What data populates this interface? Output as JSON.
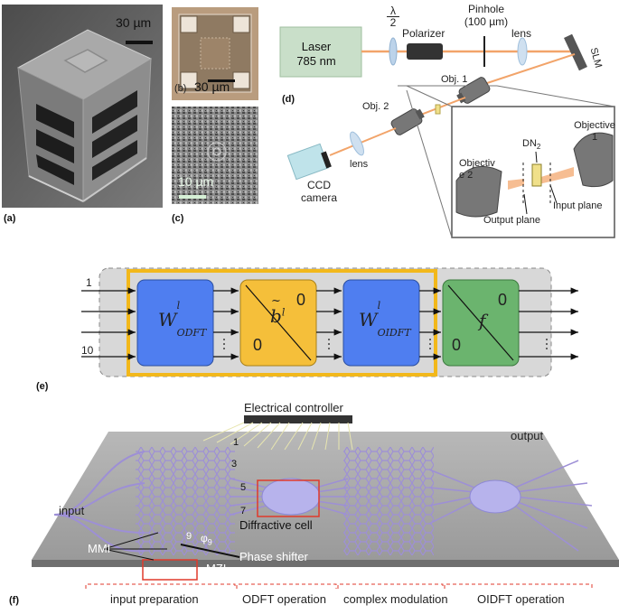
{
  "panel_a": {
    "label": "(a)",
    "scale_text": "30 µm"
  },
  "panel_b": {
    "label": "(b)",
    "scale_text": "30 µm"
  },
  "panel_c": {
    "label": "(c)",
    "scale_text": "10 µm"
  },
  "panel_d": {
    "label": "(d)",
    "laser_line1": "Laser",
    "laser_line2": "785 nm",
    "lambda_num": "λ",
    "lambda_den": "2",
    "polarizer": "Polarizer",
    "pinhole_line1": "Pinhole",
    "pinhole_line2": "(100 µm)",
    "lens_top": "lens",
    "slm": "SLM",
    "obj1": "Obj. 1",
    "obj2": "Obj. 2",
    "lens_bottom": "lens",
    "ccd_line1": "CCD",
    "ccd_line2": "camera",
    "dn2": "DN",
    "dn2_sub": "2",
    "objective1_line1": "Objective",
    "objective1_line2": "1",
    "objective2_line1": "Objectiv",
    "objective2_line2": "e 2",
    "output_plane": "Output plane",
    "input_plane": "Input plane"
  },
  "panel_e": {
    "label": "(e)",
    "input_top": "1",
    "input_bottom": "10",
    "block1_main": "W",
    "block1_sup": "l",
    "block1_sub": "ODFT",
    "block2_main": "b",
    "block2_sup": "l",
    "block2_tilde": "~",
    "block2_zero_top": "0",
    "block2_zero_bottom": "0",
    "block3_main": "W",
    "block3_sup": "l",
    "block3_sub": "OIDFT",
    "block4_main": "f",
    "block4_zero_top": "0",
    "block4_zero_bottom": "0",
    "colors": {
      "blue": "#4f7ef0",
      "yellow": "#f5bf3a",
      "green": "#6bb46e",
      "frame": "#f2b81b"
    }
  },
  "panel_f": {
    "label": "(f)",
    "controller": "Electrical controller",
    "output": "output",
    "input": "input",
    "mmi": "MMI",
    "mzi": "MZI",
    "phase_shifter": "Phase shifter",
    "diffractive_cell": "Diffractive cell",
    "phi": "φ",
    "phi_sub": "9",
    "n1": "1",
    "n3": "3",
    "n5": "5",
    "n7": "7",
    "n9": "9",
    "sections": [
      "input preparation",
      "ODFT operation",
      "complex modulation",
      "OIDFT operation"
    ]
  }
}
